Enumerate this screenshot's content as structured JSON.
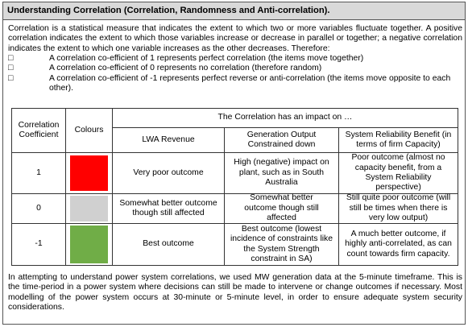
{
  "title": "Understanding Correlation (Correlation, Randomness and Anti-correlation).",
  "intro": "Correlation is a statistical measure that indicates the extent to which two or more variables fluctuate together. A positive correlation indicates the extent to which those variables increase or decrease in parallel or together; a negative correlation indicates the extent to which one variable increases as the other decreases.  Therefore:",
  "bullet_mark": "□",
  "bullets": [
    "A correlation co-efficient of 1 represents perfect correlation (the items move together)",
    "A correlation co-efficient of 0 represents no correlation (therefore random)",
    "A correlation co-efficient of -1 represents perfect reverse or anti-correlation (the items move opposite to each other)."
  ],
  "table": {
    "col_coefficient": "Correlation Coefficient",
    "col_colours": "Colours",
    "impact_header": "The Correlation has an impact on …",
    "sub_headers": [
      "LWA Revenue",
      "Generation Output Constrained down",
      "System Reliability Benefit (in terms of firm Capacity)"
    ],
    "rows": [
      {
        "coefficient": "1",
        "colour": "#ff0000",
        "revenue": "Very poor outcome",
        "generation": "High (negative) impact on plant, such as in South Australia",
        "reliability": "Poor outcome (almost no capacity benefit, from a System Reliability perspective)"
      },
      {
        "coefficient": "0",
        "colour": "#d0d0d0",
        "revenue": "Somewhat better outcome though still affected",
        "generation": "Somewhat better outcome though still affected",
        "reliability": "Still quite poor outcome (will still be times when there is very low output)"
      },
      {
        "coefficient": "-1",
        "colour": "#70ad47",
        "revenue": "Best outcome",
        "generation": "Best outcome (lowest incidence of constraints like the System Strength constraint in SA)",
        "reliability": "A much better outcome, if highly anti-correlated, as can count towards firm capacity."
      }
    ]
  },
  "outro": "In attempting to understand power system correlations, we used MW generation data at the 5-minute timeframe.  This is the time-period in a power system where decisions can still be made to intervene or change outcomes if necessary.  Most modelling of the power system occurs at 30-minute or 5-minute level, in order to ensure adequate system security considerations."
}
